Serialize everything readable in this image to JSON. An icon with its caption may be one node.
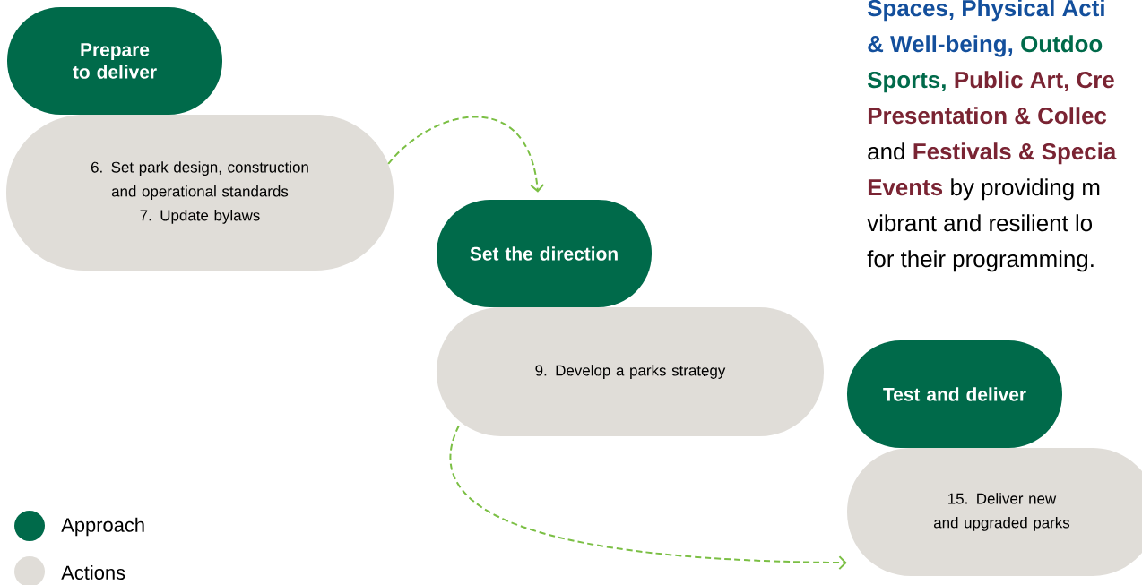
{
  "diagram": {
    "nodes": [
      {
        "text": [
          "Prepare to deliver"
        ]
      },
      {
        "text": [
          "6. Set park design, construction and operational standards",
          "7. Update bylaws"
        ]
      },
      {
        "text": [
          "Set the direction"
        ]
      },
      {
        "text": [
          "9. Develop a parks strategy"
        ]
      },
      {
        "text": [
          "Test and deliver"
        ]
      },
      {
        "text": [
          "15. Deliver new and upgraded parks"
        ]
      }
    ],
    "edges": [
      {
        "from": 1,
        "to": 2,
        "arrow": "to",
        "style": "dashed"
      },
      {
        "from": 3,
        "to": 5,
        "arrow": "to",
        "style": "dashed"
      }
    ],
    "labels": [
      "Spaces, Physical Acti",
      "& Well-being,",
      "Outdoo",
      "Sports,",
      "Public Art, Cre",
      "Presentation & Collec",
      "and",
      "Festivals & Specia",
      "Events",
      "by providing m",
      "vibrant and resilient lo",
      "for their programming."
    ],
    "legend": [
      {
        "text": "Approach",
        "color": "#006a4a"
      },
      {
        "text": "Actions",
        "color": "#e0ddd8"
      }
    ]
  }
}
